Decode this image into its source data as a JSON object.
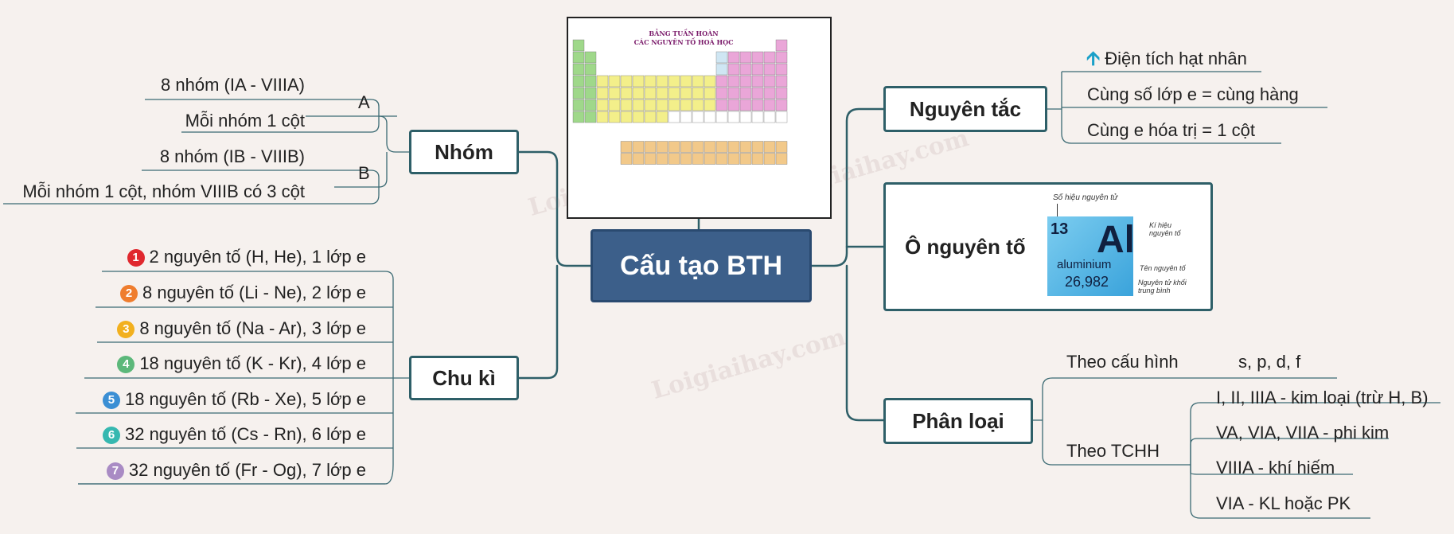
{
  "central": "Cấu tạo BTH",
  "nhom": {
    "label": "Nhóm",
    "a_label": "A",
    "b_label": "B",
    "a_items": [
      "8 nhóm (IA - VIIIA)",
      "Mỗi nhóm 1 cột"
    ],
    "b_items": [
      "8 nhóm (IB - VIIIB)",
      "Mỗi nhóm 1 cột, nhóm VIIIB có 3 cột"
    ]
  },
  "chuki": {
    "label": "Chu kì",
    "items": [
      {
        "num": "1",
        "text": "2 nguyên tố (H, He), 1 lớp e",
        "color": "#e0282e"
      },
      {
        "num": "2",
        "text": "8 nguyên tố (Li - Ne), 2 lớp e",
        "color": "#ef7d2e"
      },
      {
        "num": "3",
        "text": "8 nguyên tố (Na - Ar), 3 lớp e",
        "color": "#f2b01e"
      },
      {
        "num": "4",
        "text": "18 nguyên tố (K -  Kr), 4 lớp e",
        "color": "#5cb87a"
      },
      {
        "num": "5",
        "text": "18 nguyên tố (Rb - Xe), 5 lớp e",
        "color": "#3b8fd4"
      },
      {
        "num": "6",
        "text": "32 nguyên tố (Cs - Rn), 6 lớp e",
        "color": "#36b8b0"
      },
      {
        "num": "7",
        "text": "32 nguyên tố (Fr - Og), 7 lớp e",
        "color": "#a98bc4"
      }
    ]
  },
  "nguyentac": {
    "label": "Nguyên tắc",
    "items": [
      "Điện tích hạt nhân",
      "Cùng số lớp e = cùng hàng",
      "Cùng e hóa trị = 1 cột"
    ],
    "arrow_color": "#1aa0c8"
  },
  "onguyento": {
    "label": "Ô nguyên tố",
    "box": {
      "caption_number": "Số hiệu nguyên tử",
      "number": "13",
      "symbol": "Al",
      "name": "aluminium",
      "mass": "26,982",
      "caption_symbol": "Kí hiệu nguyên tố",
      "caption_name": "Tên nguyên tố",
      "caption_mass": "Nguyên tử khối trung bình"
    }
  },
  "phanloai": {
    "label": "Phân loại",
    "config": {
      "label": "Theo cấu hình",
      "value": "s, p, d, f"
    },
    "tchh": {
      "label": "Theo TCHH",
      "items": [
        "I, II, IIIA - kim loại (trừ H, B)",
        "VA, VIA, VIIA - phi kim",
        "VIIIA - khí hiếm",
        "VIA - KL hoặc PK"
      ]
    }
  },
  "thumbnail": {
    "title_line1": "BẢNG TUẦN HOÀN",
    "title_line2": "CÁC NGUYÊN TỐ HOÁ HỌC"
  },
  "watermark": "Loigiaihay.com",
  "colors": {
    "branch": "#2e5f68",
    "central_bg": "#3c5f8a",
    "background": "#f6f1ee"
  }
}
